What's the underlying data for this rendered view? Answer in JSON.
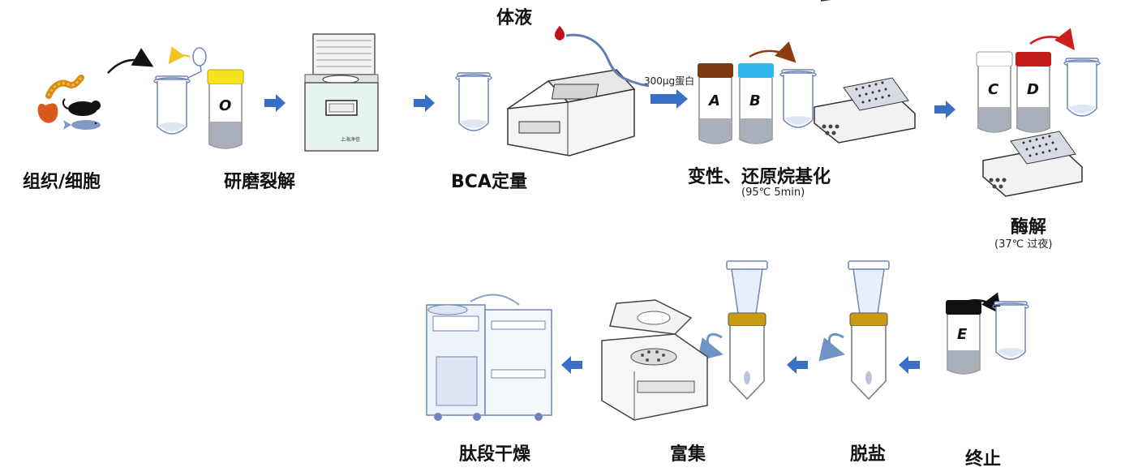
{
  "steps": {
    "tissue": "组织/细胞",
    "grind": "研磨裂解",
    "bodyfluid": "体液",
    "bca": "BCA定量",
    "protein_amount": "300μg蛋白",
    "denature": "变性、还原烷基化",
    "denature_cond": "(95℃ 5min)",
    "digest": "酶解",
    "digest_cond": "(37℃ 过夜)",
    "stop": "终止",
    "desalt": "脱盐",
    "enrich": "富集",
    "dry": "肽段干燥"
  },
  "tube_labels": {
    "o": "O",
    "a": "A",
    "b": "B",
    "c": "C",
    "d": "D",
    "e": "E"
  },
  "colors": {
    "flow_arrow": "#3a6fc6",
    "cap_yellow": "#f5e21a",
    "cap_brown": "#7b3b12",
    "cap_blue": "#2fb6ea",
    "cap_white": "#ffffff",
    "cap_red": "#c21c1c",
    "cap_black": "#111111",
    "liquid": "#aab0bb",
    "blood": "#c0111f",
    "filter_gold": "#c99a12",
    "curve_arrow_brown": "#8a3c0d",
    "curve_arrow_red": "#cc1e1e"
  }
}
